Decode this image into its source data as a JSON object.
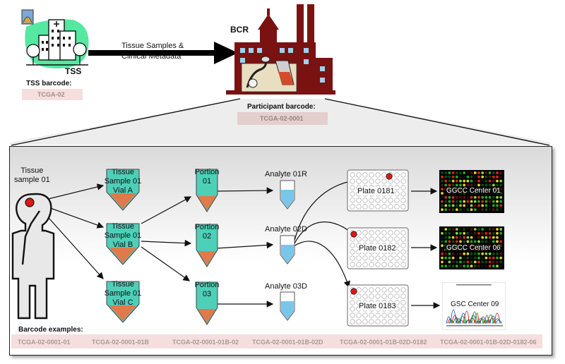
{
  "top": {
    "tss_label": "TSS",
    "tss_barcode_label": "TSS barcode:",
    "tss_barcode": "TCGA-02",
    "arrow_label_line1": "Tissue Samples &",
    "arrow_label_line2": "Clinical Metadata",
    "bcr_label": "BCR",
    "participant_barcode_label": "Participant barcode:",
    "participant_barcode": "TCGA-02-0001"
  },
  "panel": {
    "tissue_line1": "Tissue",
    "tissue_line2": "sample 01",
    "vials": [
      {
        "l1": "Tissue",
        "l2": "Sample 01",
        "l3": "Vial A"
      },
      {
        "l1": "Tissue",
        "l2": "Sample 01",
        "l3": "Vial B"
      },
      {
        "l1": "Tissue",
        "l2": "Sample 01",
        "l3": "Vial C"
      }
    ],
    "portions": [
      {
        "l1": "Portion",
        "l2": "01"
      },
      {
        "l1": "Portion",
        "l2": "02"
      },
      {
        "l1": "Portion",
        "l2": "03"
      }
    ],
    "analytes": [
      "Analyte 01R",
      "Analyte 02D",
      "Analyte 03D"
    ],
    "plates": [
      "Plate 0181",
      "Plate 0182",
      "Plate 0183"
    ],
    "centers": [
      "GGCC Center 01",
      "GGCC Center 06",
      "GSC Center 09"
    ],
    "examples_label": "Barcode examples:",
    "examples": [
      "TCGA-02-0001-01",
      "TCGA-02-0001-01B",
      "TCGA-02-0001-01B-02",
      "TCGA-02-0001-01B-02D",
      "TCGA-02-0001-01B-02D-0182",
      "TCGA-02-0001-01B-02D-0182-06"
    ]
  },
  "colors": {
    "tss_green": "#55e8a0",
    "factory": "#7a1212",
    "vial_teal": "#4ecfb8",
    "vial_orange": "#e07a4a",
    "analyte_blue": "#79c6ea",
    "plate_dot": "#e01515",
    "barcode_band": "#f6dede"
  }
}
